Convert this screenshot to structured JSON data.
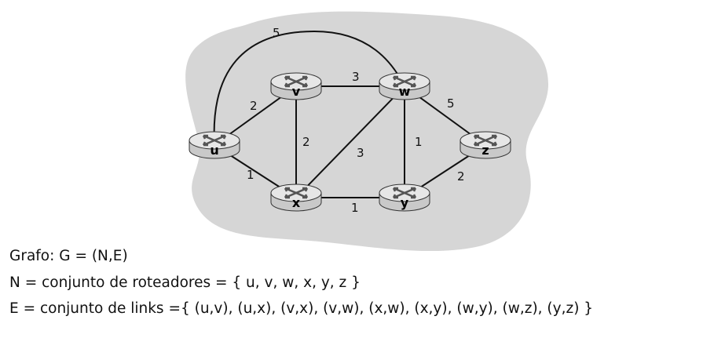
{
  "colors": {
    "cloud": "#d6d6d6",
    "edge": "#111111",
    "router_body": "#c9c9c9",
    "router_top": "#e6e6e6",
    "text": "#111111"
  },
  "graph": {
    "nodes": [
      {
        "id": "u",
        "label": "u"
      },
      {
        "id": "v",
        "label": "v"
      },
      {
        "id": "w",
        "label": "w"
      },
      {
        "id": "x",
        "label": "x"
      },
      {
        "id": "y",
        "label": "y"
      },
      {
        "id": "z",
        "label": "z"
      }
    ],
    "edges": [
      {
        "from": "u",
        "to": "v",
        "cost": "2"
      },
      {
        "from": "u",
        "to": "x",
        "cost": "1"
      },
      {
        "from": "u",
        "to": "w",
        "cost": "5"
      },
      {
        "from": "v",
        "to": "x",
        "cost": "2"
      },
      {
        "from": "v",
        "to": "w",
        "cost": "3"
      },
      {
        "from": "x",
        "to": "w",
        "cost": "3"
      },
      {
        "from": "x",
        "to": "y",
        "cost": "1"
      },
      {
        "from": "w",
        "to": "y",
        "cost": "1"
      },
      {
        "from": "w",
        "to": "z",
        "cost": "5"
      },
      {
        "from": "y",
        "to": "z",
        "cost": "2"
      }
    ]
  },
  "captions": {
    "line1": "Grafo: G = (N,E)",
    "line2": "N = conjunto de roteadores = { u, v, w, x, y, z }",
    "line3": "E = conjunto de links ={ (u,v), (u,x), (v,x), (v,w), (x,w), (x,y), (w,y), (w,z), (y,z) }"
  }
}
